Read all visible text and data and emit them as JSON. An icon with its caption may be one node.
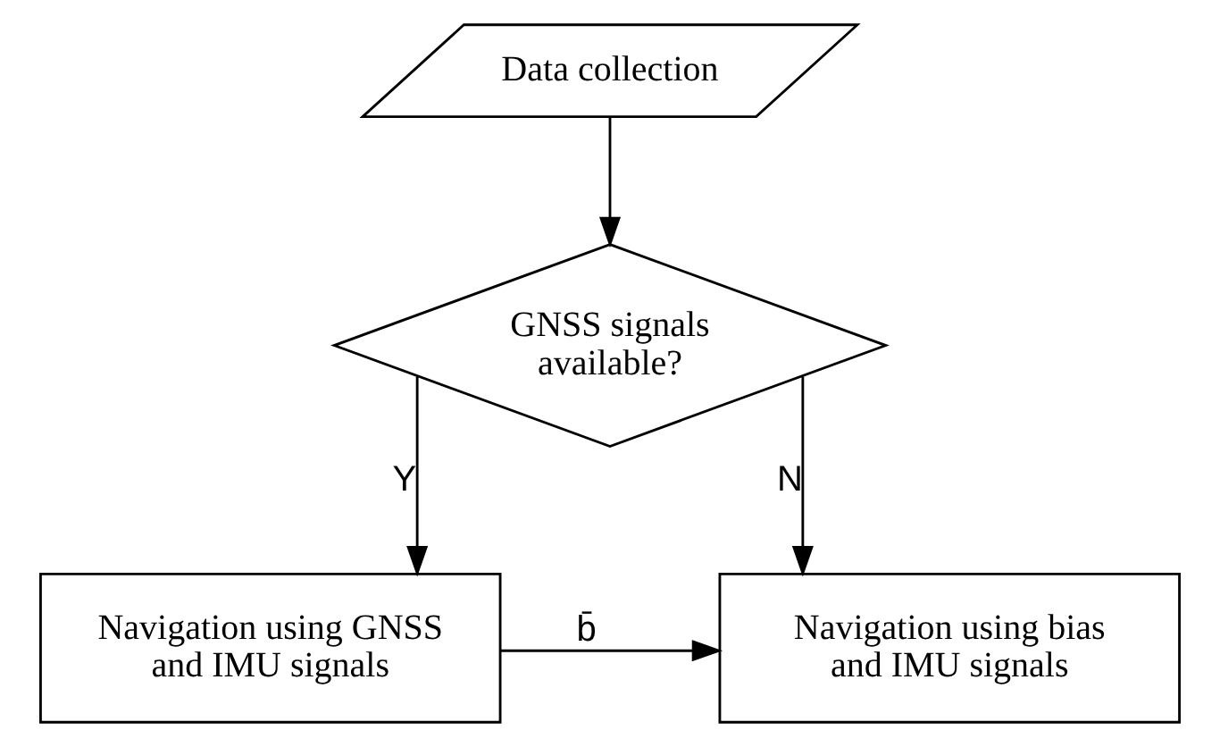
{
  "diagram": {
    "nodes": [
      {
        "text": [
          "Data collection"
        ]
      },
      {
        "text": [
          "GNSS signals available?"
        ]
      },
      {
        "text": [
          "Navigation using GNSS and IMU signals"
        ]
      },
      {
        "text": [
          "Navigation using bias and IMU signals"
        ]
      }
    ],
    "edges": [
      {
        "from": 0,
        "to": 1,
        "arrow": "to"
      },
      {
        "from": 1,
        "to": 2,
        "arrow": "to",
        "label": "Y"
      },
      {
        "from": 1,
        "to": 3,
        "arrow": "to",
        "label": "N"
      },
      {
        "from": 2,
        "to": 3,
        "arrow": "to",
        "label": "b̄"
      }
    ]
  }
}
